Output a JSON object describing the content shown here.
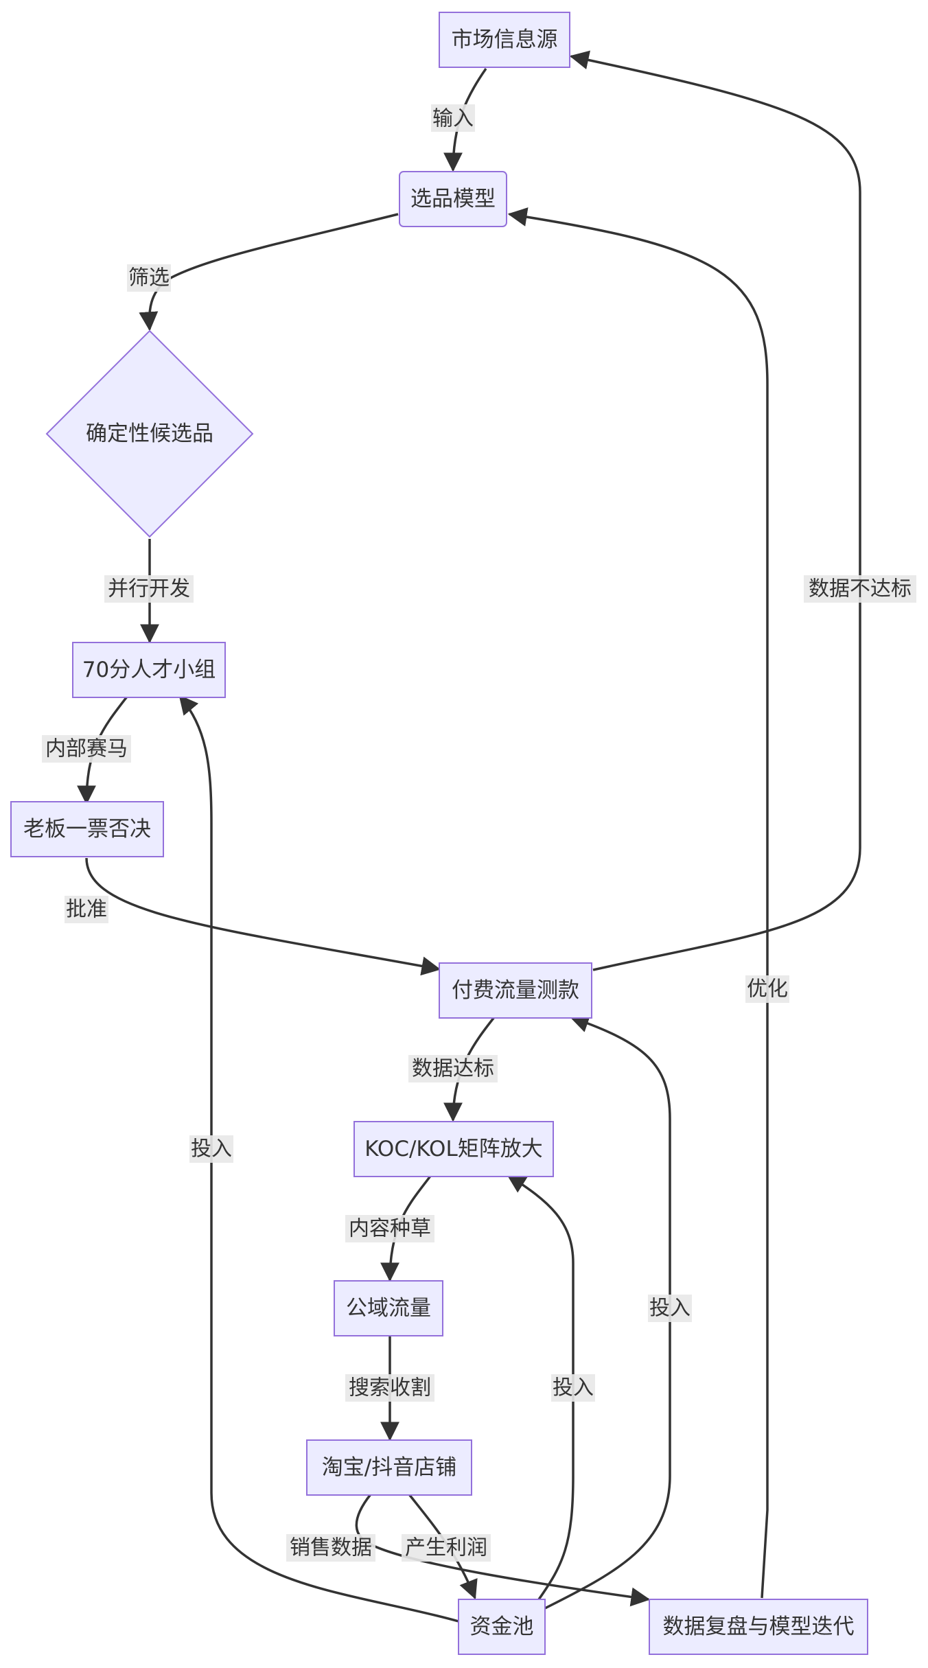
{
  "nodes": {
    "market": "市场信息源",
    "model": "选品模型",
    "candidate": "确定性候选品",
    "team": "70分人才小组",
    "boss": "老板一票否决",
    "paid": "付费流量测款",
    "koc": "KOC/KOL矩阵放大",
    "public": "公域流量",
    "store": "淘宝/抖音店铺",
    "fund": "资金池",
    "review": "数据复盘与模型迭代"
  },
  "edges": {
    "input": "输入",
    "filter": "筛选",
    "parallel": "并行开发",
    "race": "内部赛马",
    "approve": "批准",
    "data_ok": "数据达标",
    "content": "内容种草",
    "search": "搜索收割",
    "profit": "产生利润",
    "sales_data": "销售数据",
    "invest_team": "投入",
    "invest_koc": "投入",
    "invest_paid": "投入",
    "optimize": "优化",
    "data_fail": "数据不达标"
  },
  "colors": {
    "node_fill": "#ECECFF",
    "node_stroke": "#9370DB",
    "edge": "#333333",
    "label_bg": "#e8e8e8"
  }
}
